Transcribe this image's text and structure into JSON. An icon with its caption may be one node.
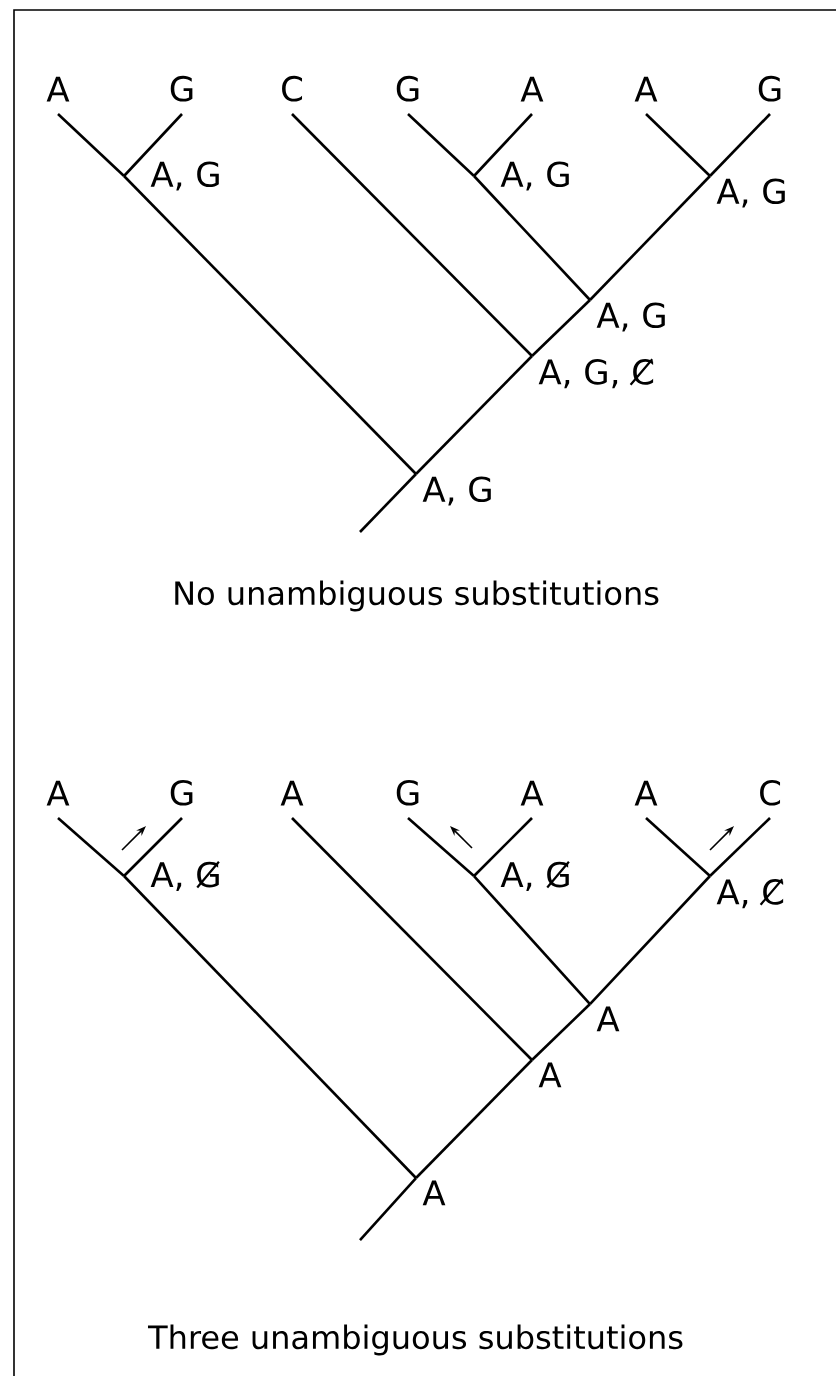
{
  "diagram": {
    "nodes": [
      {
        "text": [
          "A"
        ]
      },
      {
        "text": [
          "G"
        ]
      },
      {
        "text": [
          "C"
        ]
      },
      {
        "text": [
          "G"
        ]
      },
      {
        "text": [
          "A"
        ]
      },
      {
        "text": [
          "A"
        ]
      },
      {
        "text": [
          "G"
        ]
      },
      {
        "text": [
          "A, G"
        ]
      },
      {
        "text": [
          "A, G"
        ]
      },
      {
        "text": [
          "A, G"
        ]
      },
      {
        "text": [
          "A, G"
        ]
      },
      {
        "text": [
          "A, G, C̸"
        ]
      },
      {
        "text": [
          "A, G"
        ]
      },
      {
        "text": [
          "A"
        ]
      },
      {
        "text": [
          "G"
        ]
      },
      {
        "text": [
          "A"
        ]
      },
      {
        "text": [
          "G"
        ]
      },
      {
        "text": [
          "A"
        ]
      },
      {
        "text": [
          "A"
        ]
      },
      {
        "text": [
          "C"
        ]
      },
      {
        "text": [
          "A, G̸"
        ]
      },
      {
        "text": [
          "A, G̸"
        ]
      },
      {
        "text": [
          "A, C̸"
        ]
      },
      {
        "text": [
          "A"
        ]
      },
      {
        "text": [
          "A"
        ]
      },
      {
        "text": [
          "A"
        ]
      }
    ],
    "edges": [
      {
        "from": 0,
        "to": 7,
        "arrow": "none"
      },
      {
        "from": 1,
        "to": 7,
        "arrow": "none"
      },
      {
        "from": 2,
        "to": 11,
        "arrow": "none"
      },
      {
        "from": 3,
        "to": 8,
        "arrow": "none"
      },
      {
        "from": 4,
        "to": 8,
        "arrow": "none"
      },
      {
        "from": 5,
        "to": 9,
        "arrow": "none"
      },
      {
        "from": 6,
        "to": 9,
        "arrow": "none"
      },
      {
        "from": 7,
        "to": 12,
        "arrow": "none"
      },
      {
        "from": 8,
        "to": 10,
        "arrow": "none"
      },
      {
        "from": 9,
        "to": 10,
        "arrow": "none"
      },
      {
        "from": 10,
        "to": 11,
        "arrow": "none"
      },
      {
        "from": 11,
        "to": 12,
        "arrow": "none"
      },
      {
        "from": null,
        "to": 12,
        "arrow": "none"
      },
      {
        "from": 13,
        "to": 20,
        "arrow": "none"
      },
      {
        "from": 14,
        "to": 20,
        "arrow": "none"
      },
      {
        "from": 15,
        "to": 24,
        "arrow": "none"
      },
      {
        "from": 16,
        "to": 21,
        "arrow": "none"
      },
      {
        "from": 17,
        "to": 21,
        "arrow": "none"
      },
      {
        "from": 18,
        "to": 22,
        "arrow": "none"
      },
      {
        "from": 19,
        "to": 22,
        "arrow": "none"
      },
      {
        "from": 20,
        "to": 25,
        "arrow": "none"
      },
      {
        "from": 21,
        "to": 23,
        "arrow": "none"
      },
      {
        "from": 22,
        "to": 23,
        "arrow": "none"
      },
      {
        "from": 23,
        "to": 24,
        "arrow": "none"
      },
      {
        "from": 24,
        "to": 25,
        "arrow": "none"
      },
      {
        "from": null,
        "to": 25,
        "arrow": "none"
      }
    ],
    "labels": [
      "No unambiguous substitutions",
      "Three unambiguous substitutions"
    ]
  }
}
